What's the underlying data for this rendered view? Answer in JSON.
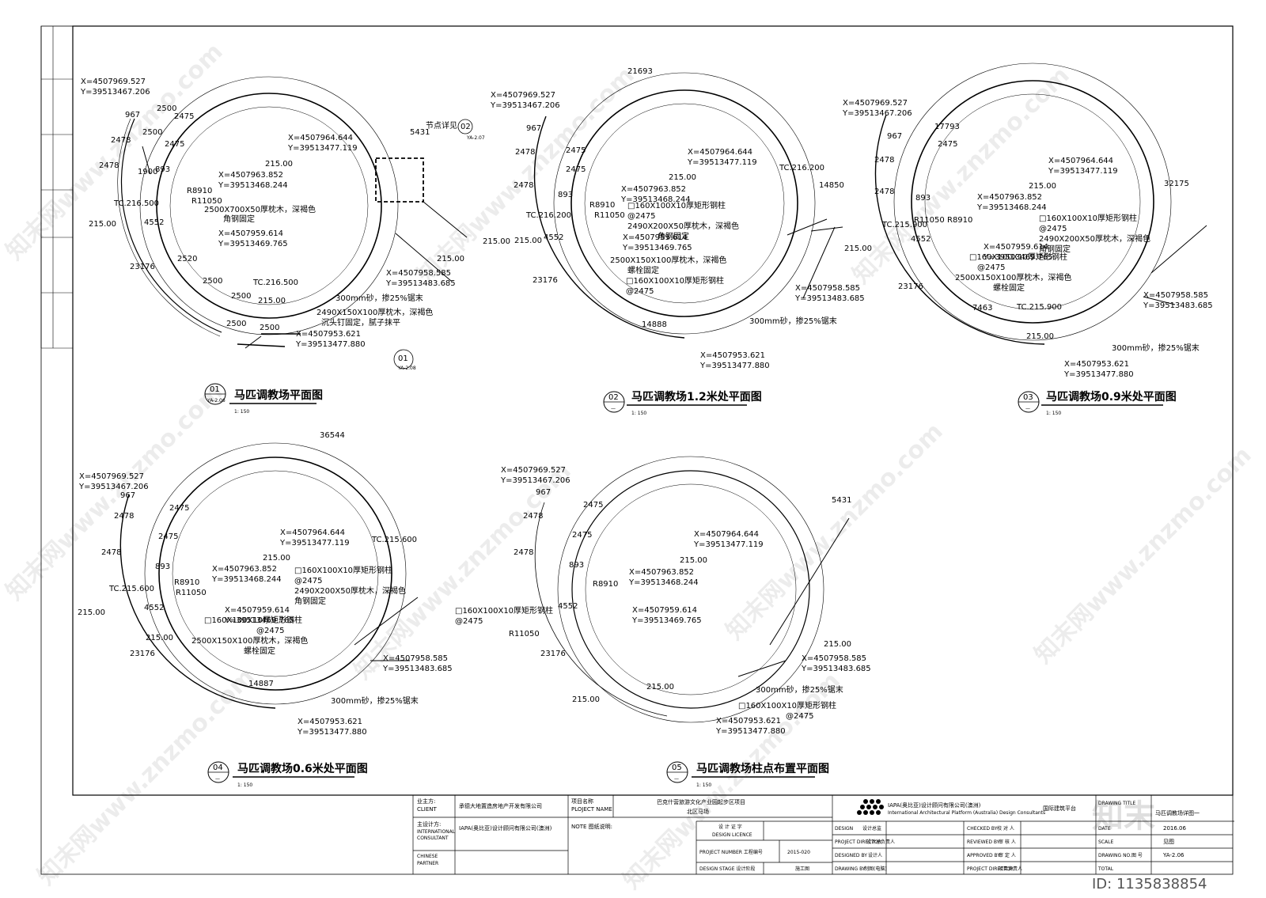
{
  "plans": [
    {
      "num": "01",
      "sheet_ref": "YA-2.06",
      "title": "马匹调教场平面图",
      "scale": "1: 150",
      "labels": {
        "c1": "X=4507969.527",
        "c2": "Y=39513467.206",
        "c3": "X=4507964.644",
        "c4": "Y=39513477.119",
        "c5": "X=4507963.852",
        "c6": "Y=39513468.244",
        "c7": "X=4507959.614",
        "c8": "Y=39513469.765",
        "c9": "X=4507958.585",
        "c10": "Y=39513483.685",
        "c11": "X=4507953.621",
        "c12": "Y=39513477.880",
        "e1": "215.00",
        "e2": "215.00",
        "e3": "215.00",
        "e4": "215.00",
        "e5": "215.00",
        "e6": "215.00",
        "tc1": "TC.216.500",
        "tc2": "TC.216.500",
        "r1": "R8910",
        "r2": "R11050",
        "d1": "2500",
        "d2": "2500",
        "d3": "1900",
        "d4": "893",
        "d5": "967",
        "d6": "2475",
        "d7": "2475",
        "d8": "2478",
        "d9": "2478",
        "d10": "4552",
        "d11": "23176",
        "d12": "2520",
        "d13": "2500",
        "d14": "2500",
        "d15": "2500",
        "d16": "2500",
        "d17": "5431",
        "n1": "2500X700X50厚枕木，深褐色",
        "n2": "角钢固定",
        "n3": "2490X150X100厚枕木，深褐色",
        "n4": "沉头钉固定，腻子抹平",
        "n5": "300mm砂，掺25%锯末",
        "n6": "节点详见",
        "ref_a": "02",
        "ref_b": "YA-2.07",
        "ref_c": "01",
        "ref_d": "YA-2.08"
      }
    },
    {
      "num": "02",
      "sheet_ref": "—",
      "title": "马匹调教场1.2米处平面图",
      "scale": "1: 150",
      "labels": {
        "c1": "X=4507969.527",
        "c2": "Y=39513467.206",
        "c3": "X=4507964.644",
        "c4": "Y=39513477.119",
        "c5": "X=4507963.852",
        "c6": "Y=39513468.244",
        "c7": "X=4507959.614",
        "c8": "Y=39513469.765",
        "c9": "X=4507958.585",
        "c10": "Y=39513483.685",
        "c11": "X=4507953.621",
        "c12": "Y=39513477.880",
        "e1": "215.00",
        "e2": "215.00",
        "tc1": "TC.216.200",
        "tc2": "TC.216.200",
        "r1": "R8910",
        "r2": "R11050",
        "d1": "21693",
        "d2": "14850",
        "d3": "14888",
        "d4": "893",
        "d5": "967",
        "d6": "2475",
        "d7": "2475",
        "d8": "2478",
        "d9": "2478",
        "d10": "4552",
        "d11": "23176",
        "n1": "□160X100X10厚矩形钢柱",
        "n2": "@2475",
        "n3": "2490X200X50厚枕木，深褐色",
        "n4": "角钢固定",
        "n5": "2500X150X100厚枕木，深褐色",
        "n6": "螺栓固定",
        "n7": "□160X100X10厚矩形钢柱",
        "n8": "@2475",
        "n9": "300mm砂，掺25%锯末"
      }
    },
    {
      "num": "03",
      "sheet_ref": "—",
      "title": "马匹调教场0.9米处平面图",
      "scale": "1: 150",
      "labels": {
        "c1": "X=4507969.527",
        "c2": "Y=39513467.206",
        "c3": "X=4507964.644",
        "c4": "Y=39513477.119",
        "c5": "X=4507963.852",
        "c6": "Y=39513468.244",
        "c7": "X=4507959.614",
        "c8": "Y=39513469.765",
        "c9": "X=4507958.585",
        "c10": "Y=39513483.685",
        "c11": "X=4507953.621",
        "c12": "Y=39513477.880",
        "e1": "215.00",
        "e2": "215.00",
        "e3": "215.00",
        "tc1": "TC.215.900",
        "tc2": "TC.215.900",
        "r1": "R8910",
        "r2": "R11050",
        "d1": "17793",
        "d2": "32175",
        "d3": "7463",
        "d4": "893",
        "d5": "967",
        "d6": "2475",
        "d8": "2478",
        "d9": "2478",
        "d10": "4552",
        "d11": "23176",
        "n1": "□160X100X10厚矩形钢柱",
        "n2": "@2475",
        "n3": "2490X200X50厚枕木，深褐色",
        "n4": "角钢固定",
        "n5": "□160X100X10厚矩形钢柱",
        "n6": "@2475",
        "n7": "2500X150X100厚枕木，深褐色",
        "n8": "螺栓固定",
        "n9": "300mm砂，掺25%锯末"
      }
    },
    {
      "num": "04",
      "sheet_ref": "—",
      "title": "马匹调教场0.6米处平面图",
      "scale": "1: 150",
      "labels": {
        "c1": "X=4507969.527",
        "c2": "Y=39513467.206",
        "c3": "X=4507964.644",
        "c4": "Y=39513477.119",
        "c5": "X=4507963.852",
        "c6": "Y=39513468.244",
        "c7": "X=4507959.614",
        "c8": "Y=39513469.765",
        "c9": "X=4507958.585",
        "c10": "Y=39513483.685",
        "c11": "X=4507953.621",
        "c12": "Y=39513477.880",
        "e1": "215.00",
        "e2": "215.00",
        "e3": "215.00",
        "tc1": "TC.215.600",
        "tc2": "TC.215.600",
        "r1": "R8910",
        "r2": "R11050",
        "d1": "36544",
        "d2": "14887",
        "d4": "893",
        "d5": "967",
        "d6": "2475",
        "d7": "2475",
        "d8": "2478",
        "d9": "2478",
        "d10": "4552",
        "d11": "23176",
        "n1": "□160X100X10厚矩形钢柱",
        "n2": "@2475",
        "n3": "2490X200X50厚枕木，深褐色",
        "n4": "角钢固定",
        "n5": "□160X100X10厚矩形钢柱",
        "n6": "@2475",
        "n7": "2500X150X100厚枕木，深褐色",
        "n8": "螺栓固定",
        "n9": "300mm砂，掺25%锯末"
      }
    },
    {
      "num": "05",
      "sheet_ref": "—",
      "title": "马匹调教场柱点布置平面图",
      "scale": "1: 150",
      "labels": {
        "c1": "X=4507969.527",
        "c2": "Y=39513467.206",
        "c3": "X=4507964.644",
        "c4": "Y=39513477.119",
        "c5": "X=4507963.852",
        "c6": "Y=39513468.244",
        "c7": "X=4507959.614",
        "c8": "Y=39513469.765",
        "c9": "X=4507958.585",
        "c10": "Y=39513483.685",
        "c11": "X=4507953.621",
        "c12": "Y=39513477.880",
        "e1": "215.00",
        "e2": "215.00",
        "e3": "215.00",
        "e4": "215.00",
        "r1": "R8910",
        "r2": "R11050",
        "d1": "5431",
        "d4": "893",
        "d5": "967",
        "d6": "2475",
        "d7": "2475",
        "d8": "2478",
        "d9": "2478",
        "d10": "4552",
        "d11": "23176",
        "n1": "□160X100X10厚矩形钢柱",
        "n2": "@2475",
        "n3": "□160X100X10厚矩形钢柱",
        "n4": "@2475",
        "n5": "300mm砂，掺25%锯末"
      }
    }
  ],
  "titleblock": {
    "client_label_cn": "业主方:",
    "client_label_en": "CLIENT",
    "client_name": "承德大地置造房地产开发有限公司",
    "consultant_label_cn": "主设计方:",
    "consultant_label_en1": "INTERNATIONAL",
    "consultant_label_en2": "CONSULTANT",
    "consultant_name": "IAPA(奥比亚)设计顾问有限公司(澳洲)",
    "partner_label1": "CHINESE",
    "partner_label2": "PARTNER",
    "project_label_cn": "项目名称",
    "project_label_en": "PLOJECT NAME",
    "project_name1": "巴克什营旅游文化产业园起步区项目",
    "project_name2": "北区马场",
    "note_label": "NOTE 图纸说明:",
    "licence_cn": "设 计 证 字",
    "licence_en": "DESIGN LICENCE",
    "project_number_label": "PROJECT NUMBER  工程编号",
    "project_number": "2015-020",
    "design_stage_label": "DESIGN STAGE  设计阶段",
    "design_stage": "施工图",
    "design_label": "DESIGN",
    "design_cn": "设计总监",
    "pd_label": "PROJECT DIRECTOR",
    "pd_cn": "设计总负责人",
    "designed_label": "DESIGNED BY",
    "designed_cn": "设计人",
    "drawing_label": "DRAWING BY",
    "drawing_cn": "制图(电脑)",
    "checked_label": "CHECKED BY",
    "checked_cn": "校 对 人",
    "reviewed_label": "REVIEWED BY",
    "reviewed_cn": "审 核 人",
    "approved_label": "APPROVED BY",
    "approved_cn": "审 定 人",
    "pd2_label": "PROJECT DIRECTOR",
    "pd2_cn": "项目负责人",
    "logo_text": "IAPA(奥比亚)设计顾问有限公司(澳洲)",
    "logo_sub": "International Architectural Platform (Australia) Design Consultants",
    "platform": "国际建筑平台",
    "drawing_title_label": "DRAWING TITLE",
    "drawing_title": "马匹调教场详图一",
    "date_label": "DATE",
    "date": "2016.06",
    "scale_label": "SCALE",
    "scale": "见图",
    "drawing_no_label": "DRAWING NO.",
    "drawing_no_cn": "图 号",
    "drawing_no": "YA-2.06",
    "total_label": "TOTAL"
  },
  "watermark": {
    "text": "知末网www.znzmo.com",
    "brand": "知末",
    "id": "ID: 1135838854"
  }
}
